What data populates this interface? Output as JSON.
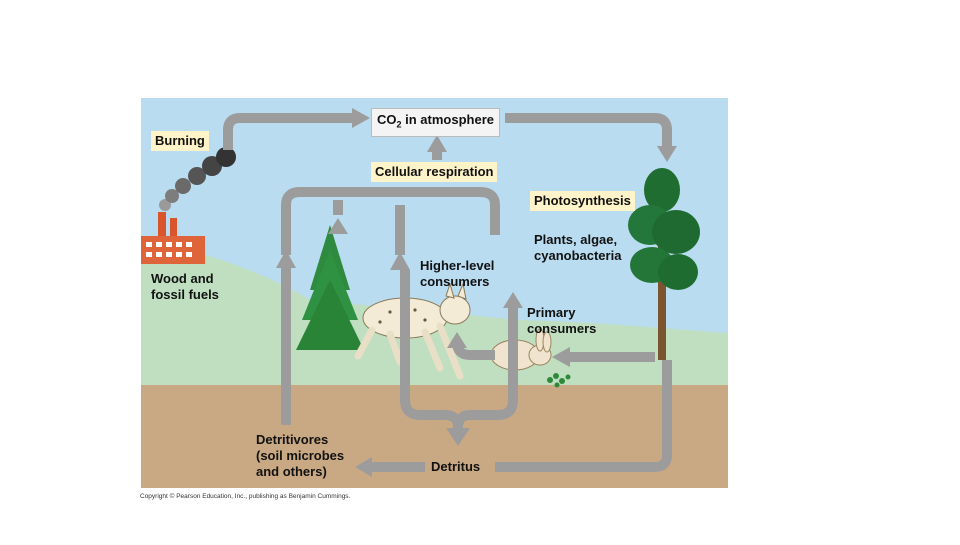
{
  "labels": {
    "co2_prefix": "CO",
    "co2_sub": "2",
    "co2_suffix": " in atmosphere",
    "burning": "Burning",
    "cellular_respiration": "Cellular respiration",
    "photosynthesis": "Photosynthesis",
    "plants": [
      "Plants, algae,",
      "cyanobacteria"
    ],
    "higher_consumers": [
      "Higher-level",
      "consumers"
    ],
    "primary_consumers": [
      "Primary",
      "consumers"
    ],
    "wood_fossil": [
      "Wood and",
      "fossil fuels"
    ],
    "detritivores": [
      "Detritivores",
      "(soil microbes",
      "and others)"
    ],
    "detritus": "Detritus"
  },
  "copyright": "Copyright © Pearson Education, Inc., publishing as Benjamin Cummings.",
  "colors": {
    "sky": "#b9dcf0",
    "hill": "#bfdfc0",
    "ground": "#c9a983",
    "arrow": "#9c9c9c",
    "label_bg": "#fff3c9"
  }
}
